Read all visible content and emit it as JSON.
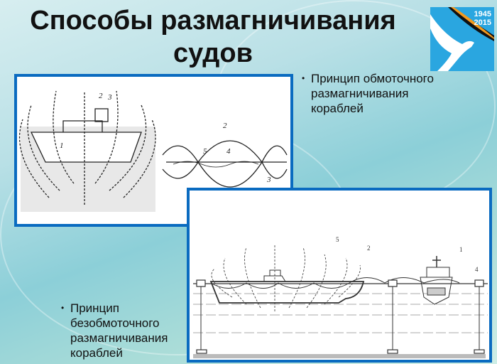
{
  "slide": {
    "title": "Способы размагничивания судов",
    "logo": {
      "year_start": "1945",
      "year_end": "2015"
    },
    "bullets": [
      {
        "text": "Принцип обмоточного размагничивания кораблей"
      },
      {
        "text": "Принцип безобмоточного размагничивания кораблей"
      }
    ],
    "figure1": {
      "labels": [
        "2",
        "3",
        "1",
        "2",
        "5",
        "4",
        "3"
      ]
    },
    "figure2": {
      "labels": [
        "5",
        "2",
        "1",
        "4"
      ]
    }
  }
}
